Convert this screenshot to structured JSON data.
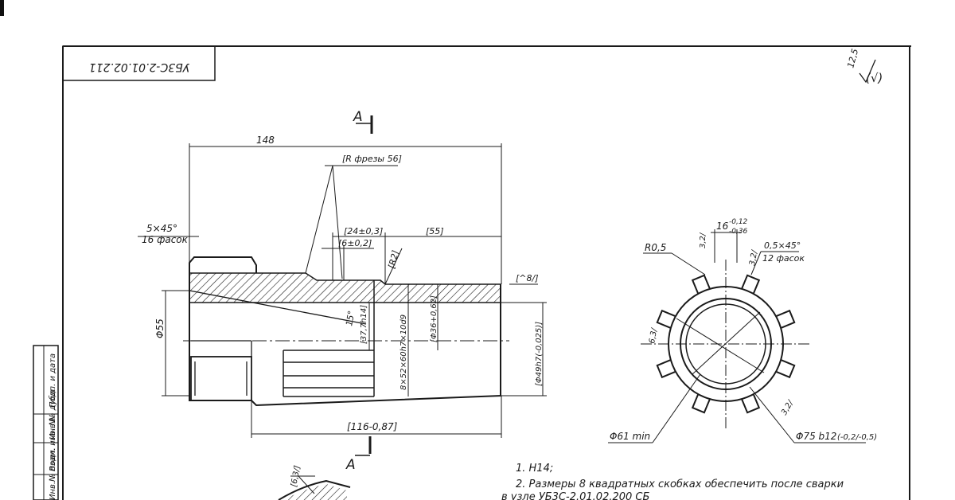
{
  "drawing": {
    "doc_code": "УБ3С-2.01.02.211",
    "roughness": "12,5",
    "roughness_other": "(√)",
    "section_marker": "А",
    "dims": {
      "length_total": "148",
      "cutter_radius": "[R фрезы 56]",
      "chamfer_size": "5×45°",
      "chamfer_count": "16 фасок",
      "dim_24": "[24±0,3]",
      "dim_6": "[6±0,2]",
      "dim_55": "[55]",
      "radius_r2": "[R2]",
      "chamfer_right": "[^8/]",
      "dia_55": "Φ55",
      "angle_15": "15°",
      "dim_37": "[37,7h14]",
      "spline": "8×52×60h7×10d9",
      "dia_36": "[Φ36+0,62]",
      "dia_49": "[Φ49h7(-0,025)]",
      "dim_116": "[116-0,87]",
      "roughness_63": "[6,3/]"
    },
    "end_view": {
      "r05": "R0,5",
      "width_16": "16",
      "width_16_tol_upper": "-0,12",
      "width_16_tol_lower": "-0,36",
      "rough_32a": "3,2/",
      "chamfer_05": "0,5×45°",
      "chamfer_05_count": "12 фасок",
      "rough_32b": "3,2/",
      "rough_63": "6,3/",
      "rough_32c": "3,2/",
      "dia_61": "Φ61 min",
      "dia_75": "Φ75 b12",
      "dia_75_tol": "(-0,2/-0,5)"
    },
    "notes": [
      "1. H14;",
      "2. Размеры  8  квадратных  скобках  обеспечить  после  сварки",
      "в  узле   УБ3С-2.01.02.200 СБ"
    ],
    "stamp_cells": [
      "Инв.№ подл.",
      "Подп. и дата",
      "Взам. инв. №",
      "Инв.№ дубл.",
      "Подп. и дата"
    ]
  }
}
